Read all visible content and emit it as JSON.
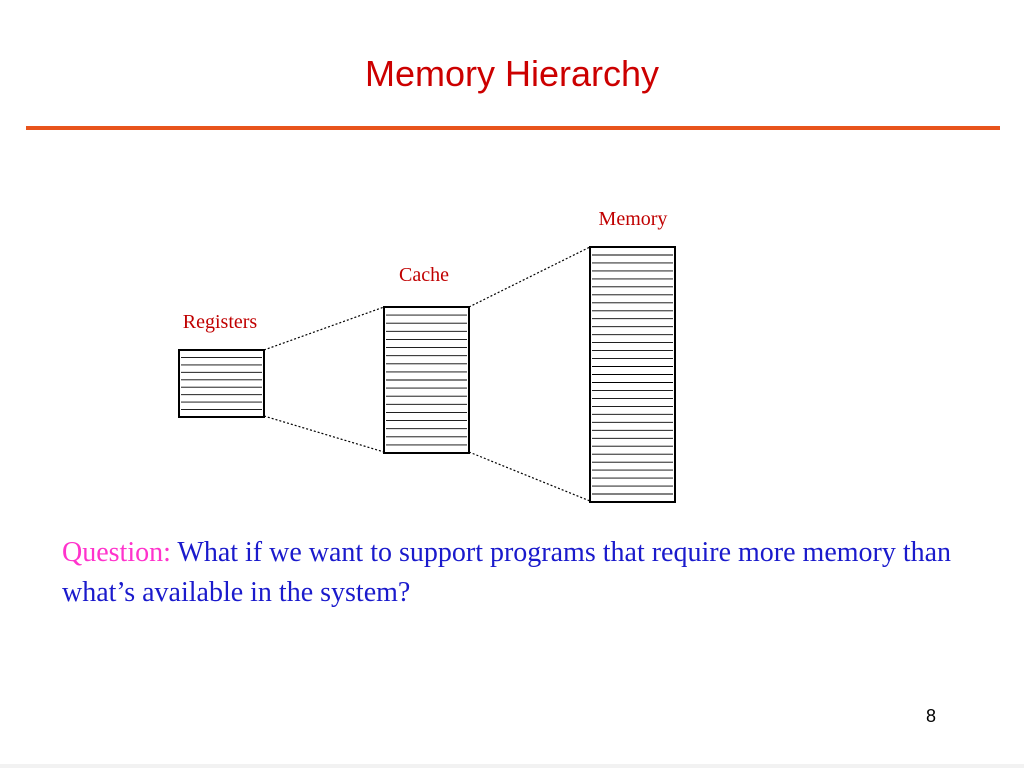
{
  "slide": {
    "title": "Memory Hierarchy",
    "page_number": "8"
  },
  "colors": {
    "title": "#cc0000",
    "rule": "#e8541c",
    "level_label": "#c00000",
    "question_prefix": "#ff33cc",
    "question_body": "#1a1acc"
  },
  "diagram": {
    "levels": [
      {
        "label": "Registers",
        "line_count": 9
      },
      {
        "label": "Cache",
        "line_count": 18
      },
      {
        "label": "Memory",
        "line_count": 32
      }
    ]
  },
  "question": {
    "prefix": "Question:",
    "body": "What if we want to support programs that require more memory than what’s available in the system?"
  }
}
